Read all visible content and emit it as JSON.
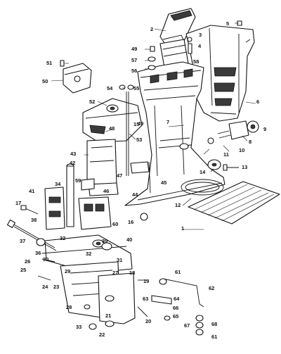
{
  "callouts": [
    {
      "id": "c1",
      "text": "1"
    },
    {
      "id": "c2",
      "text": "2"
    },
    {
      "id": "c3",
      "text": "3"
    },
    {
      "id": "c4",
      "text": "4"
    },
    {
      "id": "c5",
      "text": "5"
    },
    {
      "id": "c6",
      "text": "6"
    },
    {
      "id": "c7",
      "text": "7"
    },
    {
      "id": "c8",
      "text": "8"
    },
    {
      "id": "c9",
      "text": "9"
    },
    {
      "id": "c10",
      "text": "10"
    },
    {
      "id": "c11",
      "text": "11"
    },
    {
      "id": "c12",
      "text": "12"
    },
    {
      "id": "c13",
      "text": "13"
    },
    {
      "id": "c14",
      "text": "14"
    },
    {
      "id": "c15",
      "text": "15"
    },
    {
      "id": "c16",
      "text": "16"
    },
    {
      "id": "c17",
      "text": "17"
    },
    {
      "id": "c18",
      "text": "18"
    },
    {
      "id": "c19",
      "text": "19"
    },
    {
      "id": "c20",
      "text": "20"
    },
    {
      "id": "c21",
      "text": "21"
    },
    {
      "id": "c22",
      "text": "22"
    },
    {
      "id": "c23",
      "text": "23"
    },
    {
      "id": "c24",
      "text": "24"
    },
    {
      "id": "c25",
      "text": "25"
    },
    {
      "id": "c26",
      "text": "26"
    },
    {
      "id": "c27",
      "text": "27"
    },
    {
      "id": "c28",
      "text": "28"
    },
    {
      "id": "c29",
      "text": "29"
    },
    {
      "id": "c30",
      "text": "30"
    },
    {
      "id": "c31",
      "text": "31"
    },
    {
      "id": "c32a",
      "text": "32"
    },
    {
      "id": "c32b",
      "text": "32"
    },
    {
      "id": "c33",
      "text": "33"
    },
    {
      "id": "c34",
      "text": "34"
    },
    {
      "id": "c36",
      "text": "36"
    },
    {
      "id": "c37",
      "text": "37"
    },
    {
      "id": "c38",
      "text": "38"
    },
    {
      "id": "c39",
      "text": "39"
    },
    {
      "id": "c40",
      "text": "40"
    },
    {
      "id": "c41",
      "text": "41"
    },
    {
      "id": "c42",
      "text": "42"
    },
    {
      "id": "c43",
      "text": "43"
    },
    {
      "id": "c44",
      "text": "44"
    },
    {
      "id": "c45",
      "text": "45"
    },
    {
      "id": "c46",
      "text": "46"
    },
    {
      "id": "c47",
      "text": "47"
    },
    {
      "id": "c48",
      "text": "48"
    },
    {
      "id": "c49a",
      "text": "49"
    },
    {
      "id": "c49b",
      "text": "49"
    },
    {
      "id": "c50",
      "text": "50"
    },
    {
      "id": "c51",
      "text": "51"
    },
    {
      "id": "c52",
      "text": "52"
    },
    {
      "id": "c53",
      "text": "53"
    },
    {
      "id": "c54",
      "text": "54"
    },
    {
      "id": "c55",
      "text": "55"
    },
    {
      "id": "c56",
      "text": "56"
    },
    {
      "id": "c57",
      "text": "57"
    },
    {
      "id": "c58",
      "text": "58"
    },
    {
      "id": "c59",
      "text": "59"
    },
    {
      "id": "c60",
      "text": "60"
    },
    {
      "id": "c61a",
      "text": "61"
    },
    {
      "id": "c61b",
      "text": "61"
    },
    {
      "id": "c62",
      "text": "62"
    },
    {
      "id": "c63",
      "text": "63"
    },
    {
      "id": "c64",
      "text": "64"
    },
    {
      "id": "c65",
      "text": "65"
    },
    {
      "id": "c66",
      "text": "66"
    },
    {
      "id": "c67",
      "text": "67"
    },
    {
      "id": "c68",
      "text": "68"
    }
  ]
}
